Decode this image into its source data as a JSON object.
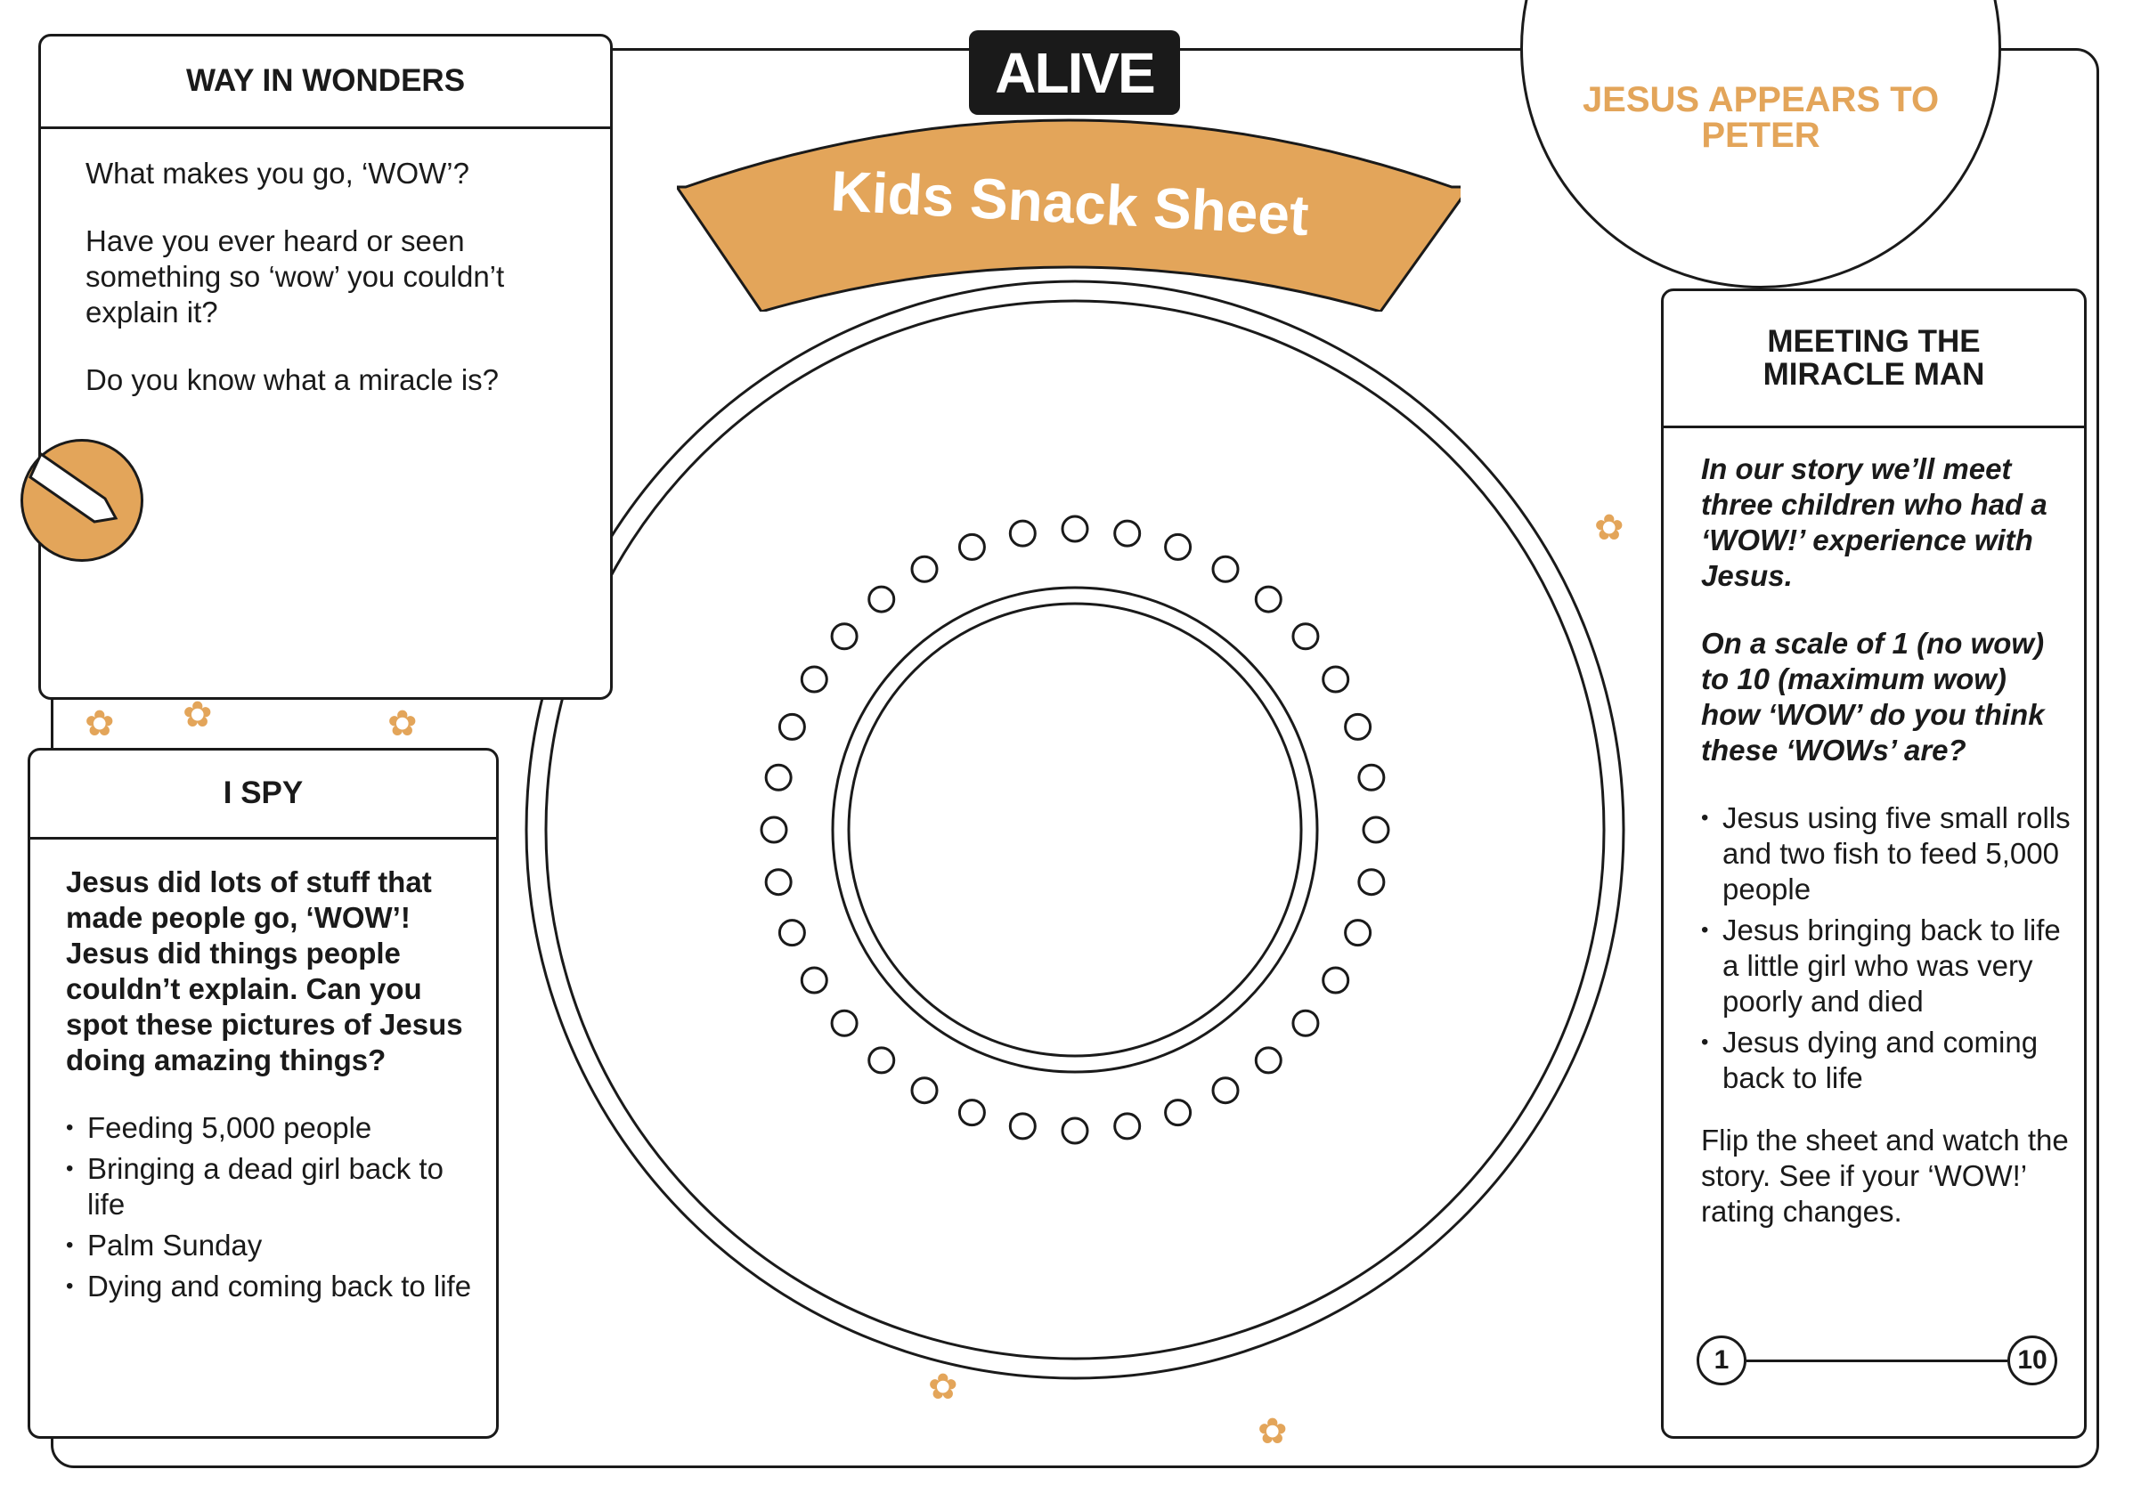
{
  "header": {
    "brand": "ALIVE",
    "title": "Kids Snack Sheet",
    "story_title": "JESUS APPEARS TO PETER"
  },
  "way_in_wonders": {
    "title": "WAY IN WONDERS",
    "paragraphs": [
      "What makes you go, ‘WOW’?",
      "Have you ever heard or seen something so ‘wow’ you couldn’t explain it?",
      "Do you know what a miracle is?"
    ]
  },
  "i_spy": {
    "title": "I SPY",
    "intro": "Jesus did lots of stuff that made people go, ‘WOW’! Jesus did things people couldn’t explain. Can you spot these pictures of Jesus doing amazing things?",
    "items": [
      "Feeding 5,000 people",
      "Bringing a dead girl back to life",
      "Palm Sunday",
      "Dying and coming back to life"
    ]
  },
  "miracle_man": {
    "title": "MEETING THE MIRACLE MAN",
    "intro_1": "In our story we’ll meet three children who had a ‘WOW!’ experience with Jesus.",
    "intro_2": "On a scale of 1 (no wow) to 10 (maximum wow) how ‘WOW’ do you think these ‘WOWs’ are?",
    "items": [
      "Jesus using five small rolls and two fish to feed 5,000 people",
      "Jesus bringing back to life a little girl who was very poorly and died",
      "Jesus dying and coming back to life"
    ],
    "outro": "Flip the sheet and watch the story. See if your ‘WOW!’ rating changes.",
    "scale_min": "1",
    "scale_max": "10"
  },
  "colors": {
    "accent": "#e3a55a",
    "ink": "#1a1a1a"
  }
}
